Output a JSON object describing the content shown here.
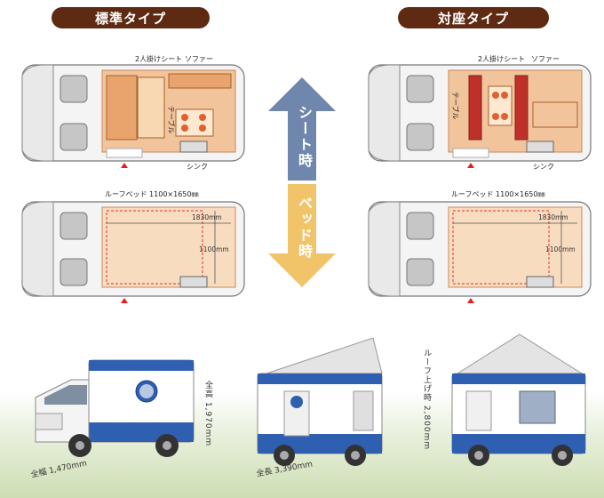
{
  "titles": {
    "standard": "標準タイプ",
    "facing": "対座タイプ"
  },
  "arrows": {
    "seat": "シート時",
    "bed": "ベッド時"
  },
  "seat_labels": {
    "two_seat": "2人掛けシート",
    "sofa": "ソファー",
    "table": "テーブル",
    "sink": "シンク"
  },
  "bed_labels": {
    "roof_bed": "ルーフベッド 1100×1650㎜",
    "len": "1830mm",
    "width": "1100mm"
  },
  "dimensions": {
    "height": "全高 1,970mm",
    "width": "全幅 1,470mm",
    "length": "全長 3,390mm",
    "roof_up": "ルーフ上げ時 2,800mm"
  },
  "colors": {
    "title_bg": "#5e2a12",
    "seat_arrow": "#6f87ad",
    "bed_arrow": "#f2c46a",
    "floor": "#f2c49c",
    "body_blue": "#2f5fb0"
  }
}
